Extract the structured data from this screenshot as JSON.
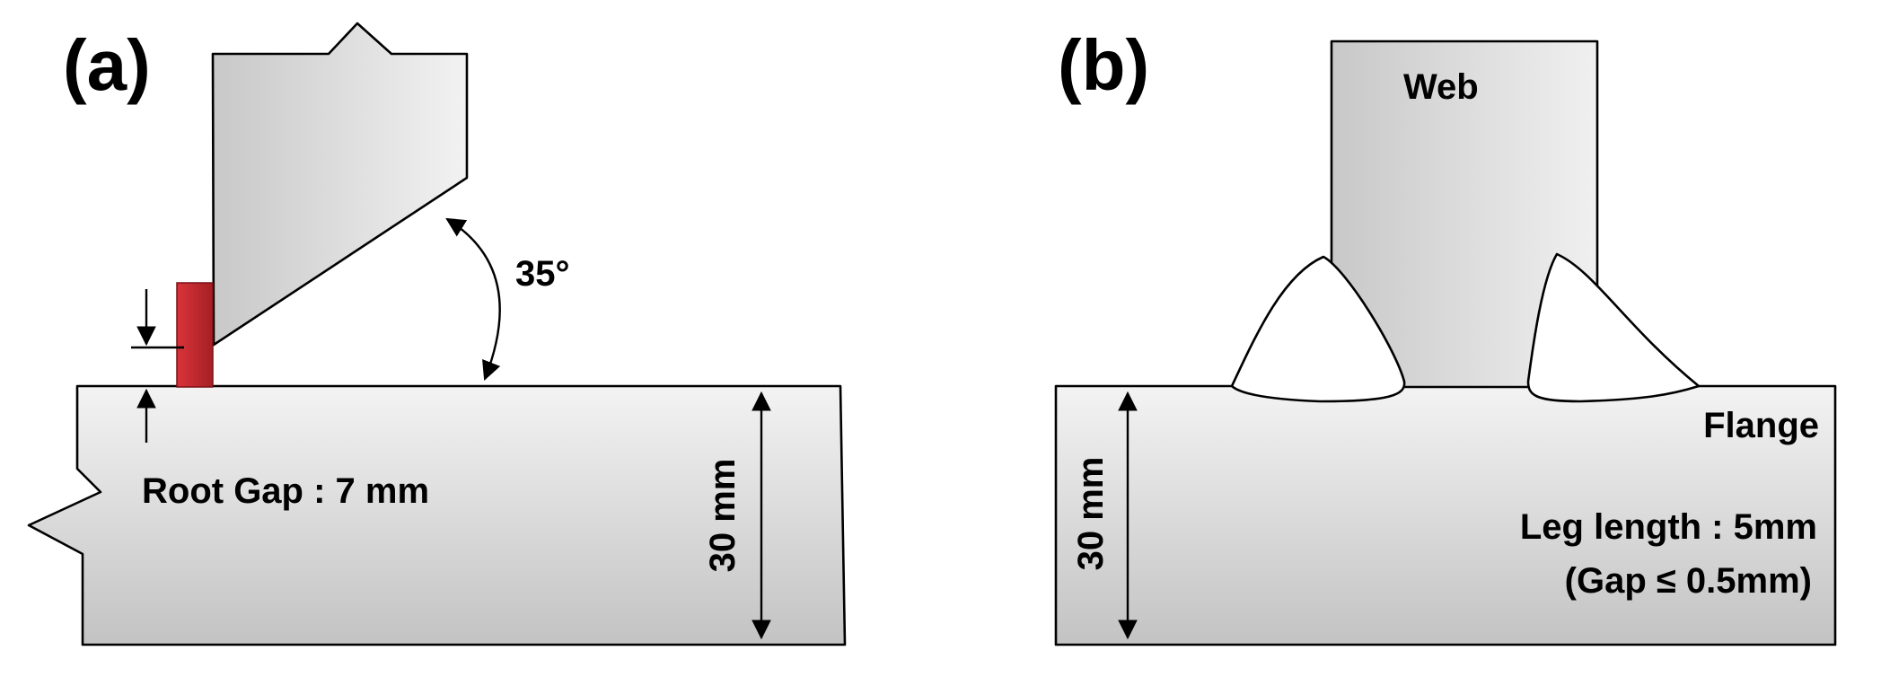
{
  "panel_a": {
    "label": "(a)",
    "angle_label": "35°",
    "root_gap_label": "Root Gap : 7 mm",
    "thickness_label": "30 mm"
  },
  "panel_b": {
    "label": "(b)",
    "web_label": "Web",
    "flange_label": "Flange",
    "thickness_label": "30 mm",
    "leg_length_label": "Leg length : 5mm",
    "gap_label": "(Gap ≤  0.5mm)"
  },
  "colors": {
    "plate_light": "#f4f4f4",
    "plate_dark": "#c4c4c4",
    "weld_bead": "#ffffff",
    "backing_strip": "#c0282d",
    "outline": "#000000"
  }
}
